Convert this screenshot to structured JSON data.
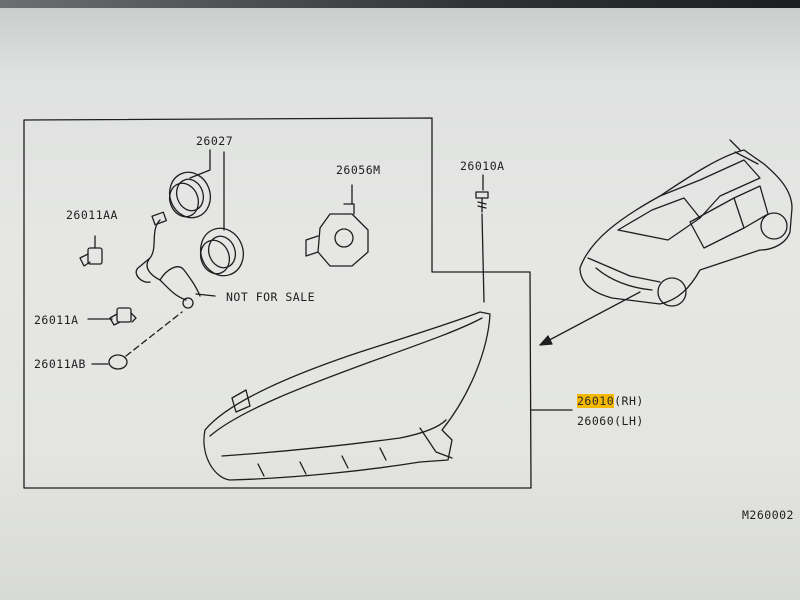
{
  "diagram": {
    "parts": {
      "p26027": "26027",
      "p26056M": "26056M",
      "p26010A": "26010A",
      "p26011AA": "26011AA",
      "p26011A": "26011A",
      "p26011AB": "26011AB",
      "not_for_sale": "NOT FOR SALE",
      "rh_highlight": "26010",
      "rh_suffix": "(RH)",
      "lh": "26060(LH)"
    },
    "figure_code": "M260002",
    "colors": {
      "highlight": "#f5b800",
      "line": "#1e1e1e",
      "paper": "#e6e7e5"
    }
  }
}
